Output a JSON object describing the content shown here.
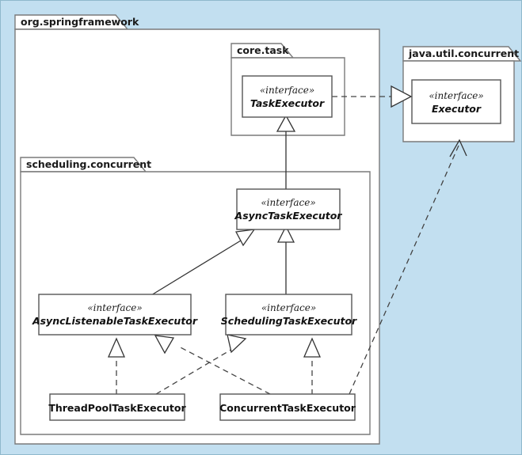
{
  "diagram": {
    "title": "Spring TaskExecutor UML class diagram",
    "background_color": "#c2dff0",
    "packages": [
      {
        "id": "org-springframework",
        "label": "org.springframework"
      },
      {
        "id": "core-task",
        "label": "core.task"
      },
      {
        "id": "java-util-concurrent",
        "label": "java.util.concurrent"
      },
      {
        "id": "scheduling-concurrent",
        "label": "scheduling.concurrent"
      }
    ],
    "stereotype": "«interface»",
    "classes": [
      {
        "id": "task-executor",
        "stereotype": "«interface»",
        "name": "TaskExecutor",
        "kind": "interface",
        "package": "core.task"
      },
      {
        "id": "executor",
        "stereotype": "«interface»",
        "name": "Executor",
        "kind": "interface",
        "package": "java.util.concurrent"
      },
      {
        "id": "async-task-executor",
        "stereotype": "«interface»",
        "name": "AsyncTaskExecutor",
        "kind": "interface",
        "package": "scheduling.concurrent"
      },
      {
        "id": "async-listenable-task-executor",
        "stereotype": "«interface»",
        "name": "AsyncListenableTaskExecutor",
        "kind": "interface",
        "package": "scheduling.concurrent"
      },
      {
        "id": "scheduling-task-executor",
        "stereotype": "«interface»",
        "name": "SchedulingTaskExecutor",
        "kind": "interface",
        "package": "scheduling.concurrent"
      },
      {
        "id": "thread-pool-task-executor",
        "stereotype": "",
        "name": "ThreadPoolTaskExecutor",
        "kind": "class",
        "package": "scheduling.concurrent"
      },
      {
        "id": "concurrent-task-executor",
        "stereotype": "",
        "name": "ConcurrentTaskExecutor",
        "kind": "class",
        "package": "scheduling.concurrent"
      }
    ],
    "relations": [
      {
        "type": "realization",
        "from": "TaskExecutor",
        "to": "Executor"
      },
      {
        "type": "generalization",
        "from": "AsyncTaskExecutor",
        "to": "TaskExecutor"
      },
      {
        "type": "generalization",
        "from": "AsyncListenableTaskExecutor",
        "to": "AsyncTaskExecutor"
      },
      {
        "type": "generalization",
        "from": "SchedulingTaskExecutor",
        "to": "AsyncTaskExecutor"
      },
      {
        "type": "realization",
        "from": "ThreadPoolTaskExecutor",
        "to": "AsyncListenableTaskExecutor"
      },
      {
        "type": "realization",
        "from": "ThreadPoolTaskExecutor",
        "to": "SchedulingTaskExecutor"
      },
      {
        "type": "realization",
        "from": "ConcurrentTaskExecutor",
        "to": "AsyncListenableTaskExecutor"
      },
      {
        "type": "realization",
        "from": "ConcurrentTaskExecutor",
        "to": "SchedulingTaskExecutor"
      },
      {
        "type": "dependency",
        "from": "ConcurrentTaskExecutor",
        "to": "Executor"
      }
    ]
  }
}
